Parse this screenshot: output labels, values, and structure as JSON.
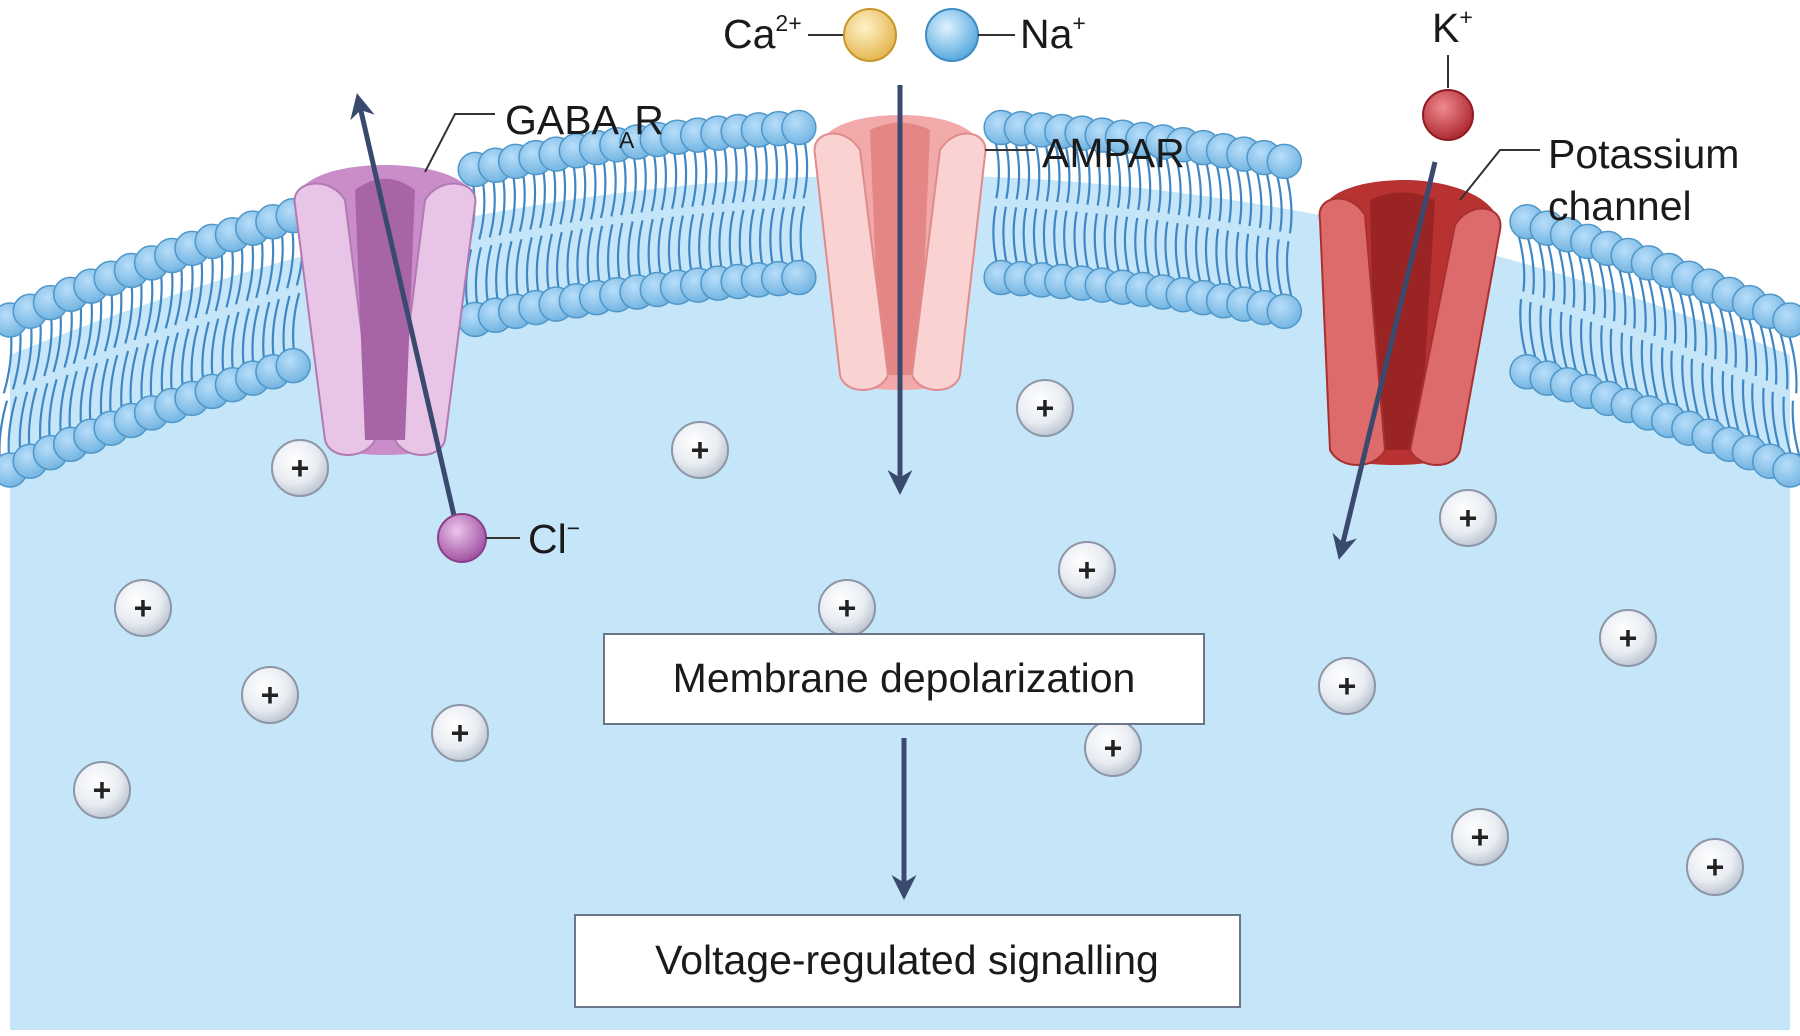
{
  "labels": {
    "gabaar": {
      "main": "GABA",
      "sub": "A",
      "tail": "R"
    },
    "ampar": "AMPAR",
    "potassium_line1": "Potassium",
    "potassium_line2": "channel",
    "ca": {
      "base": "Ca",
      "sup": "2+"
    },
    "na": {
      "base": "Na",
      "sup": "+"
    },
    "k": {
      "base": "K",
      "sup": "+"
    },
    "cl": {
      "base": "Cl",
      "sup": "−"
    }
  },
  "boxes": {
    "depolarization": "Membrane depolarization",
    "signalling": "Voltage-regulated signalling"
  },
  "plus_symbol": "+",
  "colors": {
    "cytoplasm": "#c5e6f8",
    "lipid_head": "#8ac4e8",
    "lipid_head_stroke": "#4f97c9",
    "lipid_tail": "#3f86c4",
    "gabaar": "#c98ec9",
    "ampar": "#f2a9a9",
    "potassium_channel": "#cc4545",
    "ca_ion": "#f2cf73",
    "na_ion": "#7fc0ec",
    "k_ion": "#c8373f",
    "cl_ion": "#b96ab8",
    "arrow": "#3a4a6e"
  },
  "icons": [
    "gabaar-channel-icon",
    "ampar-channel-icon",
    "potassium-channel-icon",
    "calcium-ion-icon",
    "sodium-ion-icon",
    "potassium-ion-icon",
    "chloride-ion-icon",
    "cation-plus-icon"
  ]
}
